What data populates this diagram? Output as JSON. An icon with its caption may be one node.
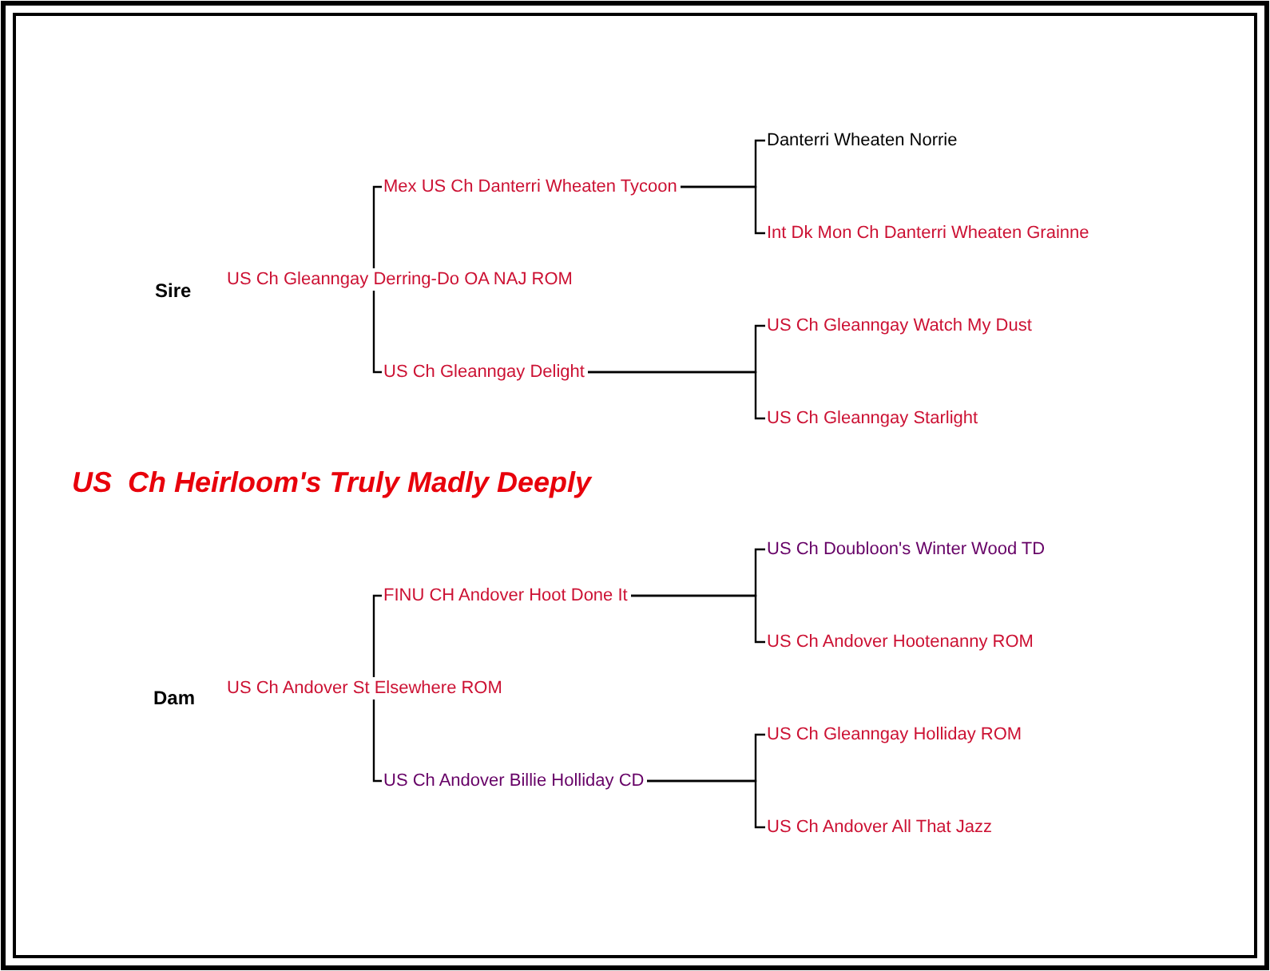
{
  "diagram": {
    "title": "US  Ch Heirloom's Truly Madly Deeply",
    "nodes": [
      {
        "text": [
          "US Ch Gleanngay Derring-Do OA NAJ ROM"
        ],
        "beside": [
          "Sire"
        ]
      },
      {
        "text": [
          "Mex US Ch Danterri Wheaten Tycoon"
        ]
      },
      {
        "text": [
          "US Ch Gleanngay Delight"
        ]
      },
      {
        "text": [
          "Danterri Wheaten Norrie"
        ]
      },
      {
        "text": [
          "Int Dk Mon Ch Danterri Wheaten Grainne"
        ]
      },
      {
        "text": [
          "US Ch Gleanngay Watch My Dust"
        ]
      },
      {
        "text": [
          "US Ch Gleanngay Starlight"
        ]
      },
      {
        "text": [
          "US Ch Andover St Elsewhere ROM"
        ],
        "beside": [
          "Dam"
        ]
      },
      {
        "text": [
          "FINU CH Andover Hoot Done It"
        ]
      },
      {
        "text": [
          "US Ch Andover Billie Holliday CD"
        ]
      },
      {
        "text": [
          "US Ch Doubloon's Winter Wood TD"
        ]
      },
      {
        "text": [
          "US Ch Andover Hootenanny ROM"
        ]
      },
      {
        "text": [
          "US Ch Gleanngay Holliday ROM"
        ]
      },
      {
        "text": [
          "US Ch Andover All That Jazz"
        ]
      }
    ],
    "edges": [
      {
        "from": 0,
        "to": 1,
        "arrow": "none"
      },
      {
        "from": 0,
        "to": 2,
        "arrow": "none"
      },
      {
        "from": 1,
        "to": 3,
        "arrow": "none"
      },
      {
        "from": 1,
        "to": 4,
        "arrow": "none"
      },
      {
        "from": 2,
        "to": 5,
        "arrow": "none"
      },
      {
        "from": 2,
        "to": 6,
        "arrow": "none"
      },
      {
        "from": 7,
        "to": 8,
        "arrow": "none"
      },
      {
        "from": 7,
        "to": 9,
        "arrow": "none"
      },
      {
        "from": 8,
        "to": 10,
        "arrow": "none"
      },
      {
        "from": 8,
        "to": 11,
        "arrow": "none"
      },
      {
        "from": 9,
        "to": 12,
        "arrow": "none"
      },
      {
        "from": 9,
        "to": 13,
        "arrow": "none"
      }
    ]
  }
}
